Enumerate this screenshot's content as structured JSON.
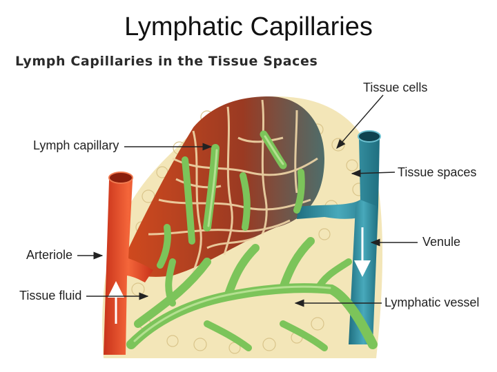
{
  "slide": {
    "title": "Lymphatic Capillaries"
  },
  "figure": {
    "title": "Lymph Capillaries in the Tissue Spaces",
    "labels": {
      "tissue_cells": "Tissue cells",
      "lymph_capillary": "Lymph capillary",
      "tissue_spaces": "Tissue spaces",
      "venule": "Venule",
      "arteriole": "Arteriole",
      "tissue_fluid": "Tissue fluid",
      "lymphatic_vessel": "Lymphatic vessel"
    },
    "colors": {
      "tissue": "#f3e6b8",
      "arteriole": "#e8481e",
      "venule": "#2f8ca0",
      "lymph": "#7cc45a",
      "mesh_red": "#c8411f",
      "mesh_brown": "#7a5030"
    }
  }
}
